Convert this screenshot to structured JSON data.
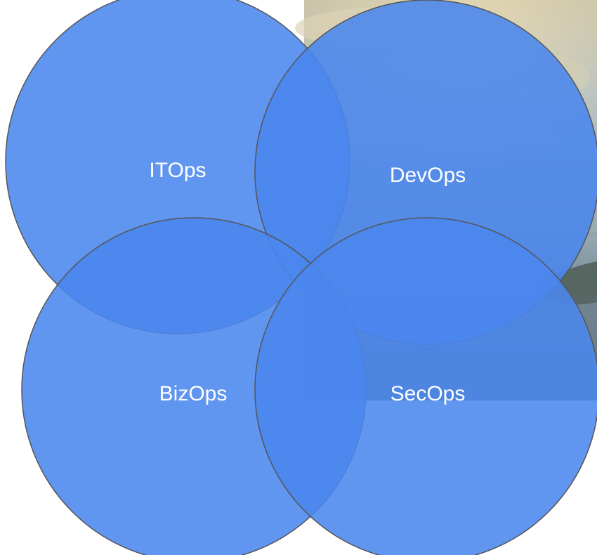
{
  "diagram": {
    "circles": [
      {
        "label": "ITOps",
        "fill": "#4a86ee"
      },
      {
        "label": "DevOps",
        "fill": "#4a86ee"
      },
      {
        "label": "BizOps",
        "fill": "#4a86ee"
      },
      {
        "label": "SecOps",
        "fill": "#4a86ee"
      }
    ],
    "stroke_color": "#555555",
    "label_color": "#ffffff"
  },
  "background_image": {
    "subject": "cloudy-sky-and-sea-photo"
  }
}
